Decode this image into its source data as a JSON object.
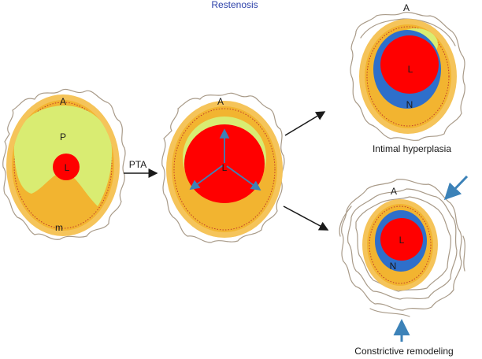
{
  "title": "Restenosis",
  "colors": {
    "adventitia_outer": "#F5C45A",
    "media": "#F2B430",
    "plaque": "#D9EC72",
    "lumen": "#FF0000",
    "neointima": "#2E6FCB",
    "lamina": "#C0392B",
    "arrow_blue": "#3C82B8",
    "arrow_black": "#1A1A1A",
    "title_color": "#2A3FA8"
  },
  "vessel_before": {
    "adventitia_label": "A",
    "plaque_label": "P",
    "lumen_label": "L",
    "media_label": "m"
  },
  "procedure_label": "PTA",
  "vessel_after_pta": {
    "adventitia_label": "A",
    "lumen_label": "L"
  },
  "outcomes": [
    {
      "caption": "Intimal hyperplasia",
      "adventitia_label": "A",
      "lumen_label": "L",
      "neointima_label": "N"
    },
    {
      "caption": "Constrictive remodeling",
      "adventitia_label": "A",
      "lumen_label": "L",
      "neointima_label": "N"
    }
  ]
}
